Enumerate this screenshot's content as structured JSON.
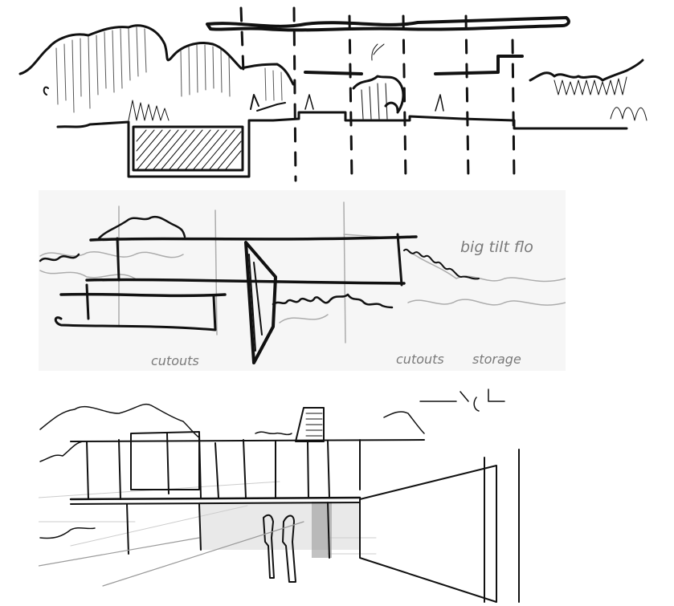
{
  "page": {
    "description": "Three architectural hand sketches stacked vertically",
    "background": "#ffffff",
    "ink_color": "#111111",
    "pencil_color": "#9a9a9a"
  },
  "panels": [
    {
      "id": "section-sketch",
      "kind": "site section",
      "labels": []
    },
    {
      "id": "massing-sketch",
      "kind": "cross section with annotations",
      "background": "#f6f6f6",
      "labels": {
        "right_note": "big tilt flo",
        "cutouts_left": "cutouts",
        "cutouts_right": "cutouts",
        "storage": "storage"
      }
    },
    {
      "id": "perspective-sketch",
      "kind": "perspective view with figures",
      "labels": []
    }
  ]
}
